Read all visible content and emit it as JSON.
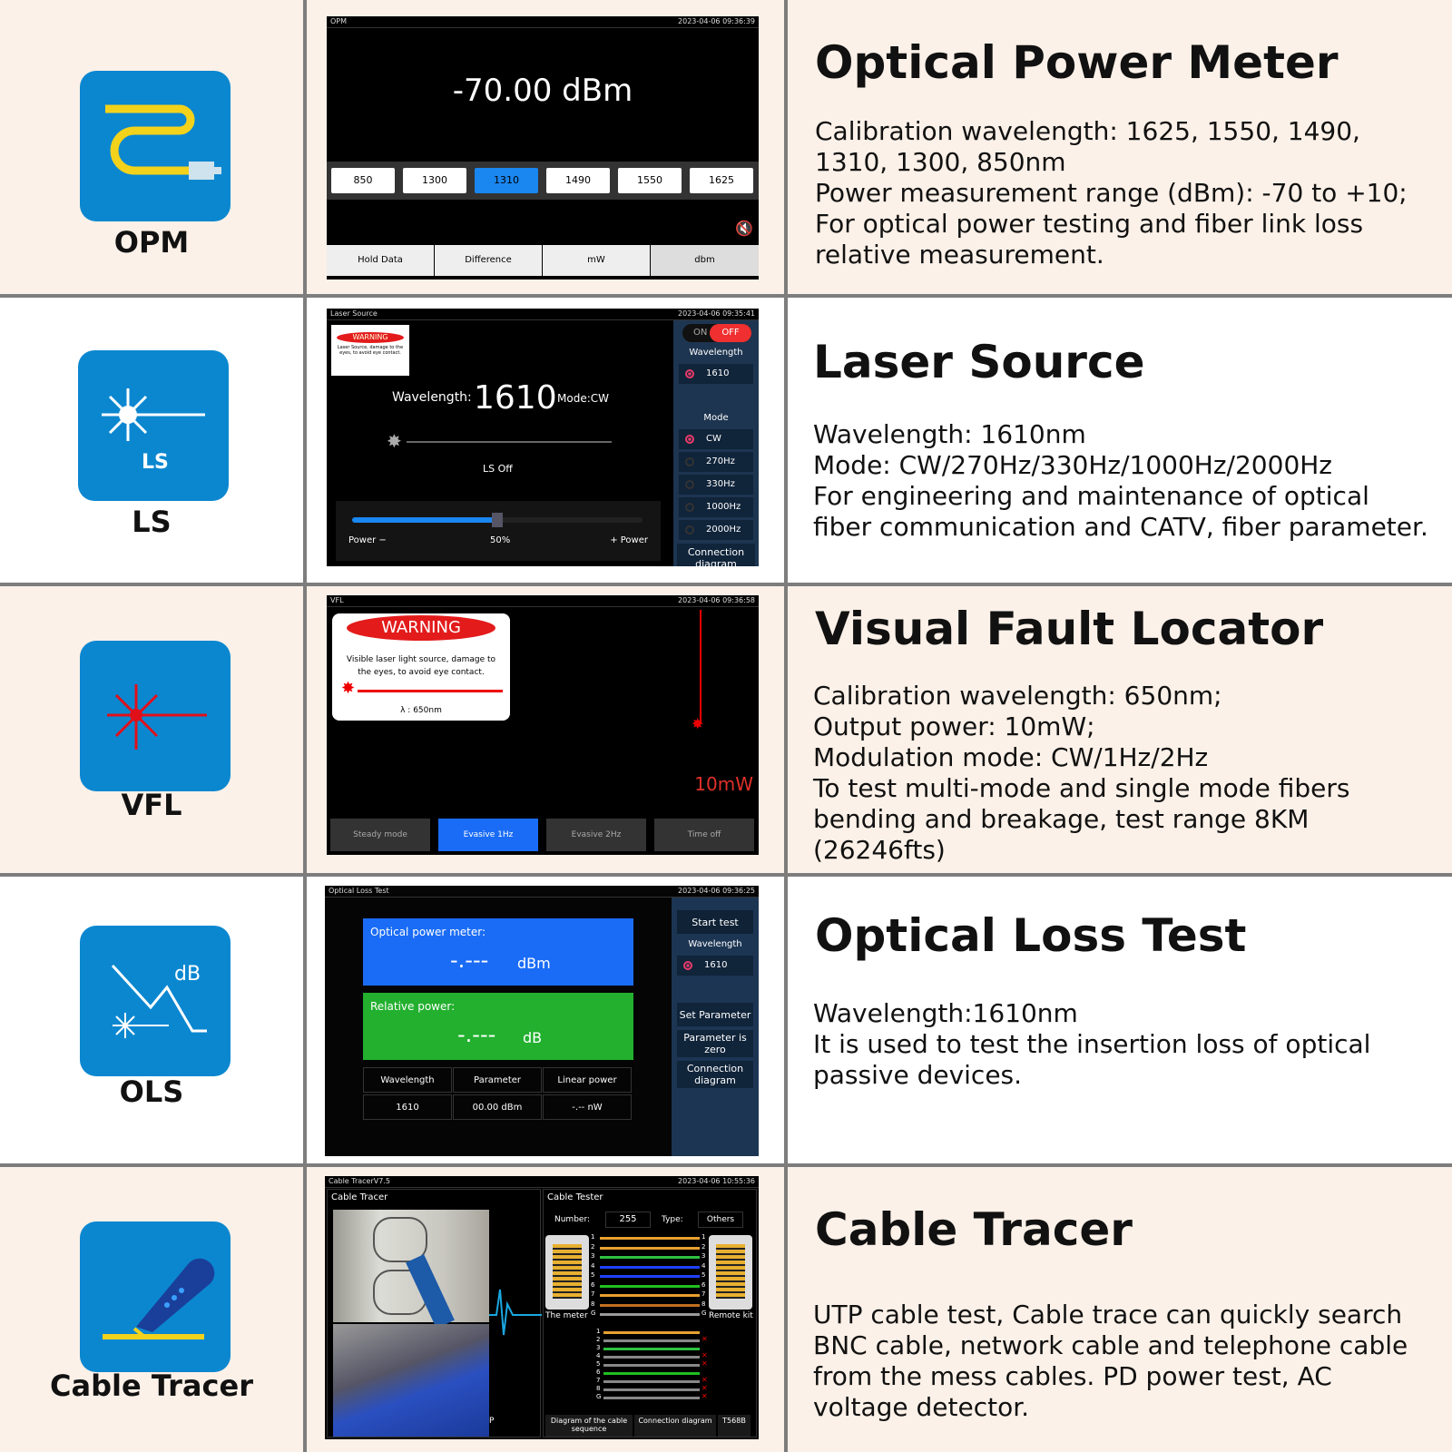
{
  "rows": [
    {
      "label": "OPM",
      "title": "Optical Power Meter",
      "desc": [
        "Calibration wavelength: 1625, 1550, 1490, 1310, 1300, 850nm",
        "Power measurement range (dBm): -70 to +10;",
        "For optical power testing and fiber link loss relative measurement."
      ]
    },
    {
      "label": "LS",
      "title": "Laser Source",
      "desc": [
        "Wavelength: 1610nm",
        "Mode: CW/270Hz/330Hz/1000Hz/2000Hz",
        "For engineering and maintenance of optical fiber communication and CATV, fiber parameter."
      ]
    },
    {
      "label": "VFL",
      "title": "Visual Fault Locator",
      "desc": [
        "Calibration wavelength: 650nm;",
        "Output power: 10mW;",
        "Modulation mode: CW/1Hz/2Hz",
        "To test multi-mode and single mode fibers bending and breakage, test range 8KM (26246fts)"
      ]
    },
    {
      "label": "OLS",
      "title": "Optical Loss Test",
      "desc": [
        "Wavelength:1610nm",
        "It is used to test the insertion loss of optical passive devices."
      ]
    },
    {
      "label": "Cable Tracer",
      "title": "Cable Tracer",
      "desc": [
        "UTP cable test, Cable trace can quickly search BNC cable, network cable and telephone cable from the mess cables. PD power test, AC voltage detector."
      ]
    }
  ],
  "opm": {
    "app": "OPM",
    "time": "2023-04-06 09:36:39",
    "reading": "-70.00 dBm",
    "wavelengths": [
      "850",
      "1300",
      "1310",
      "1490",
      "1550",
      "1625"
    ],
    "selected": "1310",
    "tabs": [
      "Hold Data",
      "Difference",
      "mW",
      "dbm"
    ]
  },
  "ls": {
    "app": "Laser Source",
    "time": "2023-04-06 09:35:41",
    "warning": "WARNING",
    "warn_text": "Laser Source, damage to the eyes, to avoid eye contact.",
    "wl_label": "Wavelength:",
    "wl_value": "1610",
    "mode": "Mode:CW",
    "status": "LS Off",
    "power_minus": "Power −",
    "power_pct": "50%",
    "power_plus": "+ Power",
    "power_value": 50,
    "on": "ON",
    "off": "OFF",
    "side_wl": "Wavelength",
    "side_wl_item": "1610",
    "side_mode": "Mode",
    "modes": [
      "CW",
      "270Hz",
      "330Hz",
      "1000Hz",
      "2000Hz"
    ],
    "conn": "Connection diagram"
  },
  "vfl": {
    "app": "VFL",
    "time": "2023-04-06 09:36:58",
    "warning": "WARNING",
    "warn_text": "Visible laser light source, damage to the eyes, to avoid eye contact.",
    "lambda": "λ : 650nm",
    "power": "10mW",
    "tabs": [
      "Steady mode",
      "Evasive 1Hz",
      "Evasive 2Hz",
      "Time off"
    ]
  },
  "ols": {
    "app": "Optical Loss Test",
    "time": "2023-04-06 09:36:25",
    "opm_label": "Optical power meter:",
    "opm_value": "-.---",
    "opm_unit": "dBm",
    "rel_label": "Relative power:",
    "rel_value": "-.---",
    "rel_unit": "dB",
    "headers": [
      "Wavelength",
      "Parameter",
      "Linear power"
    ],
    "cells": [
      "1610",
      "00.00 dBm",
      "-.-- nW"
    ],
    "start": "Start test",
    "side_wl": "Wavelength",
    "side_wl_item": "1610",
    "set": "Set Parameter",
    "zero": "Parameter is zero",
    "conn": "Connection diagram"
  },
  "ct": {
    "app": "Cable TracerV7.5",
    "time": "2023-04-06 10:55:36",
    "tracer_tab": "Cable Tracer",
    "tester_tab": "Cable Tester",
    "number_label": "Number:",
    "number": "255",
    "type_label": "Type:",
    "type": "Others",
    "meter": "The meter",
    "remote": "Remote kit",
    "pins": [
      "1",
      "2",
      "3",
      "4",
      "5",
      "6",
      "7",
      "8",
      "G"
    ],
    "btns": [
      "Diagram of the cable sequence",
      "Connection diagram",
      "T568B"
    ],
    "p_label": "P"
  }
}
